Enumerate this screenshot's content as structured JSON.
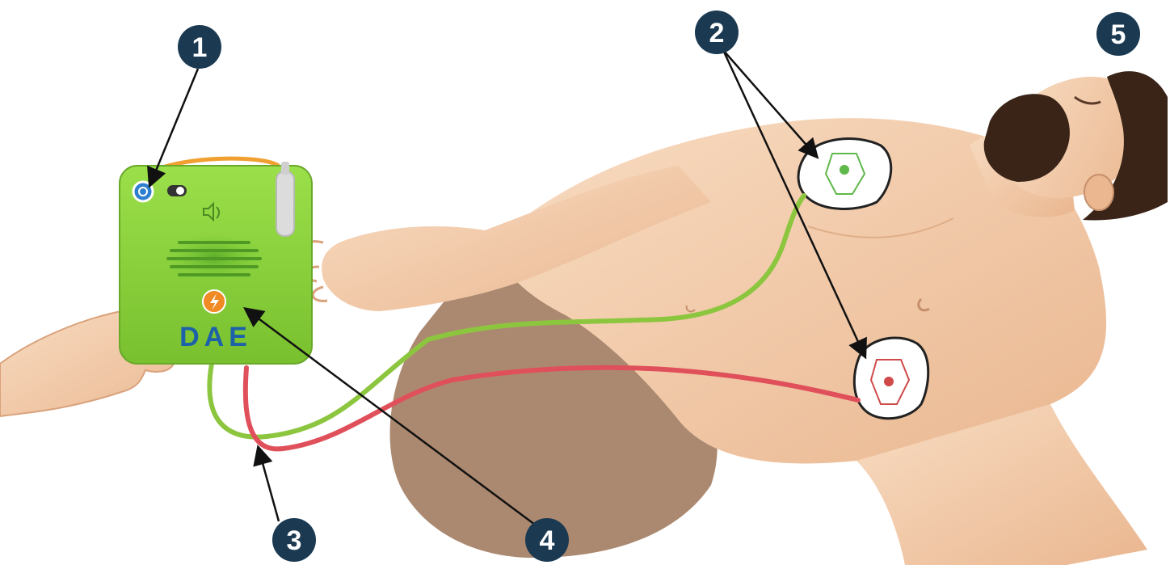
{
  "device": {
    "label": "DAE",
    "body_color": "#8fd33f",
    "label_color": "#1d62a8",
    "power_button_color": "#2f7fd0",
    "shock_button_color": "#f08a24",
    "handle_color": "#f0a030"
  },
  "cables": {
    "positive_color": "#8cc63f",
    "negative_color": "#e0505a"
  },
  "patient": {
    "skin_color": "#f4cfad",
    "hair_color": "#3a2418",
    "pants_color": "#9c7458"
  },
  "callouts": [
    {
      "number": "1",
      "target": "power-button"
    },
    {
      "number": "2",
      "target": "electrode-pads"
    },
    {
      "number": "3",
      "target": "cables"
    },
    {
      "number": "4",
      "target": "shock-button"
    },
    {
      "number": "5",
      "target": "patient"
    }
  ],
  "callout_color": "#1b3a52"
}
